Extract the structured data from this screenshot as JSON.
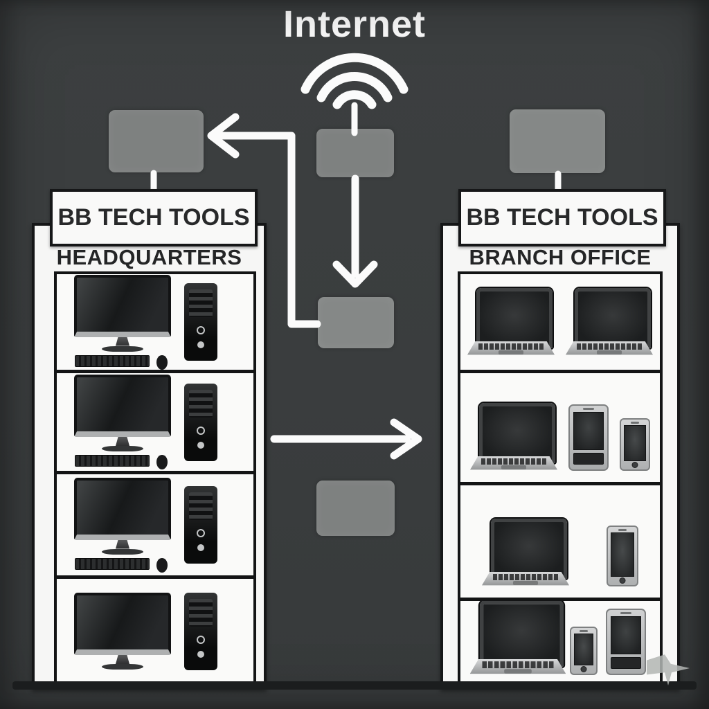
{
  "title": "Internet",
  "colors": {
    "background": "#3a3d3e",
    "node_gray": "#7e8180",
    "line_white": "#fbfbfb",
    "building_bg": "#f6f6f5",
    "border_dark": "#151617",
    "text_dark": "#28292a",
    "floor": "#1b1d1e"
  },
  "icons": {
    "wifi": "wifi-icon (three white arcs above internet node)",
    "cursor": "gray pointer arrow at bottom-right"
  },
  "network_nodes": [
    {
      "id": "hq-uplink-node",
      "label": ""
    },
    {
      "id": "branch-uplink-node",
      "label": ""
    },
    {
      "id": "internet-node",
      "label": ""
    },
    {
      "id": "center-mid-node",
      "label": ""
    },
    {
      "id": "center-low-node",
      "label": ""
    }
  ],
  "connections": [
    {
      "from": "wifi-icon",
      "to": "internet-node",
      "style": "line"
    },
    {
      "from": "internet-node",
      "to": "center-mid-node",
      "style": "arrow-down"
    },
    {
      "from": "center-mid-node",
      "to": "hq-uplink-node",
      "style": "elbow-arrow-left"
    },
    {
      "from": "hq-building",
      "to": "branch-building",
      "style": "arrow-right"
    },
    {
      "from": "hq-uplink-node",
      "to": "hq-sign",
      "style": "line"
    },
    {
      "from": "branch-uplink-node",
      "to": "branch-sign",
      "style": "line"
    }
  ],
  "buildings": {
    "hq": {
      "sign": "BB TECH TOOLS",
      "name": "HEADQUARTERS",
      "shelves": [
        {
          "devices": [
            "desktop",
            "tower"
          ]
        },
        {
          "devices": [
            "desktop",
            "tower"
          ]
        },
        {
          "devices": [
            "desktop",
            "tower"
          ]
        },
        {
          "devices": [
            "desktop_basic",
            "tower"
          ]
        }
      ]
    },
    "branch": {
      "sign": "BB TECH TOOLS",
      "name": "BRANCH OFFICE",
      "shelves": [
        {
          "devices": [
            "laptop",
            "laptop"
          ]
        },
        {
          "devices": [
            "laptop",
            "tablet",
            "phone"
          ]
        },
        {
          "devices": [
            "laptop",
            "phone"
          ]
        },
        {
          "devices": [
            "laptop",
            "phone",
            "tablet"
          ]
        }
      ]
    }
  }
}
